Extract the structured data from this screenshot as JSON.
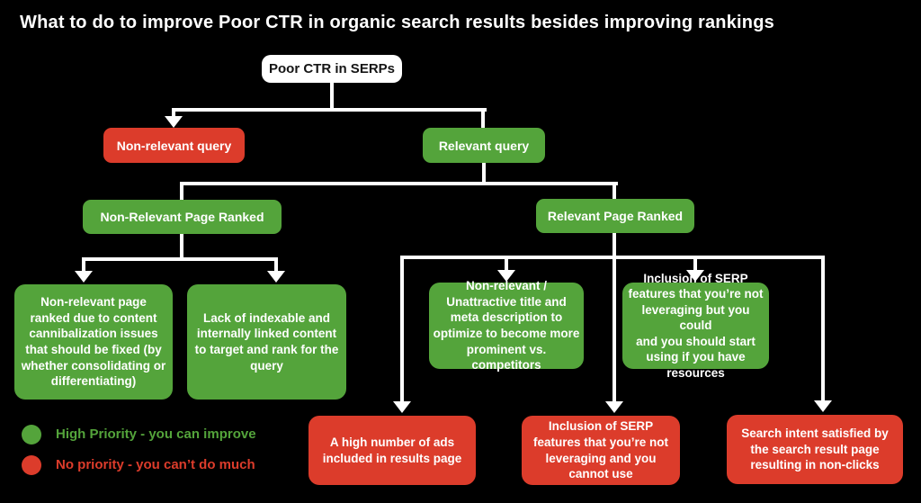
{
  "title": "What to do to improve Poor CTR in organic search results besides improving rankings",
  "nodes": {
    "root": {
      "label": "Poor CTR in SERPs",
      "type": "neutral"
    },
    "non_relevant_query": {
      "label": "Non-relevant query",
      "type": "no-priority"
    },
    "relevant_query": {
      "label": "Relevant query",
      "type": "high-priority"
    },
    "non_relevant_page_ranked": {
      "label": "Non-Relevant Page Ranked",
      "type": "high-priority"
    },
    "relevant_page_ranked": {
      "label": "Relevant Page Ranked",
      "type": "high-priority"
    },
    "cannibalization": {
      "label": "Non-relevant page\nranked due to content\ncannibalization issues\nthat should be fixed (by\nwhether consolidating or\ndifferentiating)",
      "type": "high-priority"
    },
    "lack_of_indexable": {
      "label": "Lack of indexable and\ninternally linked content\nto target and rank for the\nquery",
      "type": "high-priority"
    },
    "title_meta_optimize": {
      "label": "Non-relevant /\nUnattractive title and\nmeta description to\noptimize to become more\nprominent vs.\ncompetitors",
      "type": "high-priority"
    },
    "serp_features_usable": {
      "label": "Inclusion of SERP\nfeatures that you’re not\nleveraging but you could\nand you should start\nusing if you have\nresources",
      "type": "high-priority"
    },
    "many_ads": {
      "label": "A high number of ads\nincluded in results page",
      "type": "no-priority"
    },
    "serp_features_unusable": {
      "label": "Inclusion of SERP\nfeatures that you’re not\nleveraging and you\ncannot use",
      "type": "no-priority"
    },
    "intent_satisfied": {
      "label": "Search intent satisfied by\nthe search result page\nresulting in non-clicks",
      "type": "no-priority"
    }
  },
  "legend": [
    {
      "label": "High Priority - you can improve",
      "color": "green"
    },
    {
      "label": "No priority - you can’t do much",
      "color": "red"
    }
  ],
  "colors": {
    "background": "#000000",
    "high_priority_green": "#54a43b",
    "no_priority_red": "#dc3c2b",
    "connector_white": "#ffffff"
  }
}
